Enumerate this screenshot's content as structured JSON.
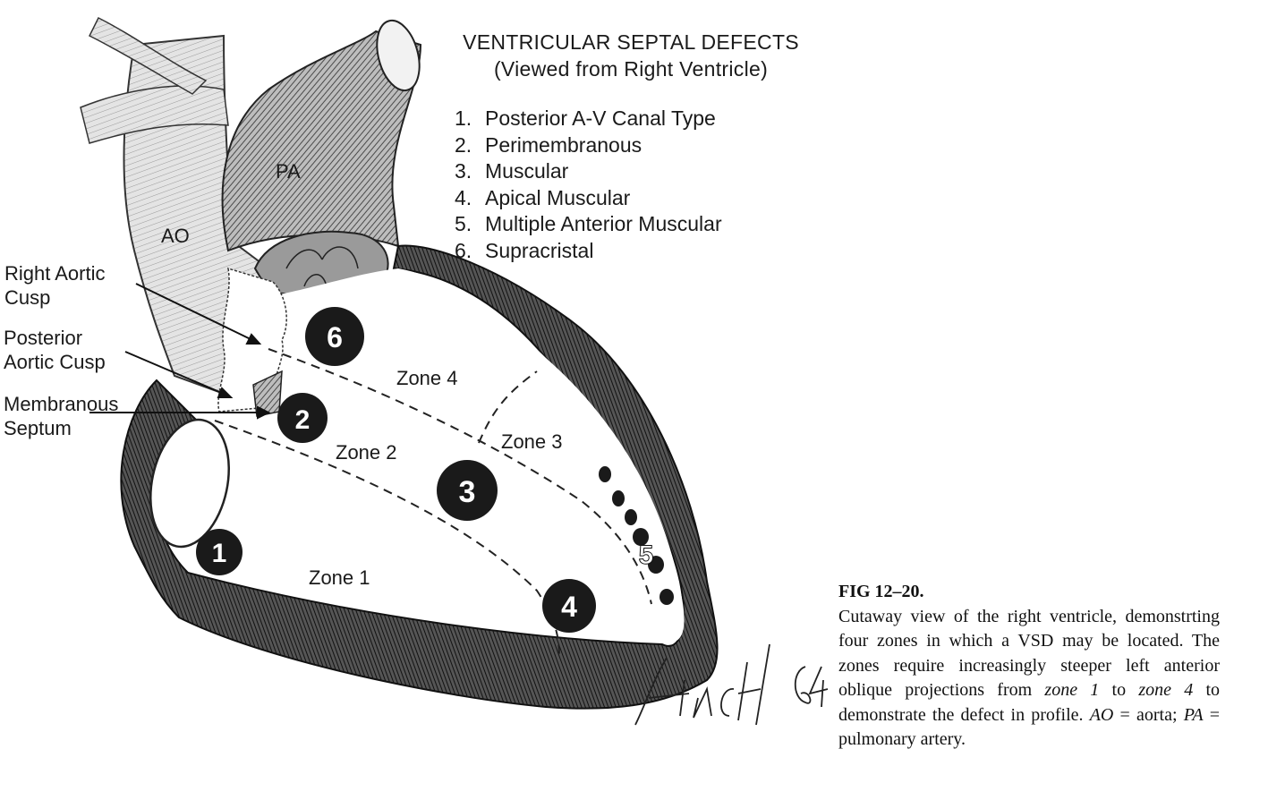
{
  "title": {
    "line1": "VENTRICULAR SEPTAL DEFECTS",
    "line2": "(Viewed from Right Ventricle)"
  },
  "legend": [
    {
      "num": "1.",
      "label": "Posterior A-V Canal Type"
    },
    {
      "num": "2.",
      "label": "Perimembranous"
    },
    {
      "num": "3.",
      "label": "Muscular"
    },
    {
      "num": "4.",
      "label": "Apical Muscular"
    },
    {
      "num": "5.",
      "label": "Multiple Anterior Muscular"
    },
    {
      "num": "6.",
      "label": "Supracristal"
    }
  ],
  "vessel_labels": {
    "ao": "AO",
    "pa": "PA"
  },
  "side_labels": {
    "right_aortic_cusp": [
      "Right Aortic",
      "Cusp"
    ],
    "posterior_aortic_cusp": [
      "Posterior",
      "Aortic Cusp"
    ],
    "membranous_septum": [
      "Membranous",
      "Septum"
    ]
  },
  "zones": {
    "zone1": "Zone 1",
    "zone2": "Zone 2",
    "zone3": "Zone 3",
    "zone4": "Zone 4"
  },
  "defects": {
    "d1": "1",
    "d2": "2",
    "d3": "3",
    "d4": "4",
    "d5": "5",
    "d6": "6"
  },
  "signature": {
    "name": "FINCH",
    "year": "'64"
  },
  "caption": {
    "fig": "FIG 12–20.",
    "text1": "Cutaway view of the right ventricle, demonstrting four zones in which a VSD may be located. The zones require increasingly steeper left anterior oblique projections from ",
    "zone_from": "zone 1",
    "text2": " to ",
    "zone_to": "zone 4",
    "text3": " to demonstrate the defect in profile. ",
    "ao_abbr": "AO",
    "text4": " = aorta; ",
    "pa_abbr": "PA",
    "text5": " = pulmonary artery."
  },
  "colors": {
    "ink": "#1a1a1a",
    "shade": "#6e6e6e",
    "light_shade": "#c8c8c8",
    "paper": "#ffffff"
  }
}
